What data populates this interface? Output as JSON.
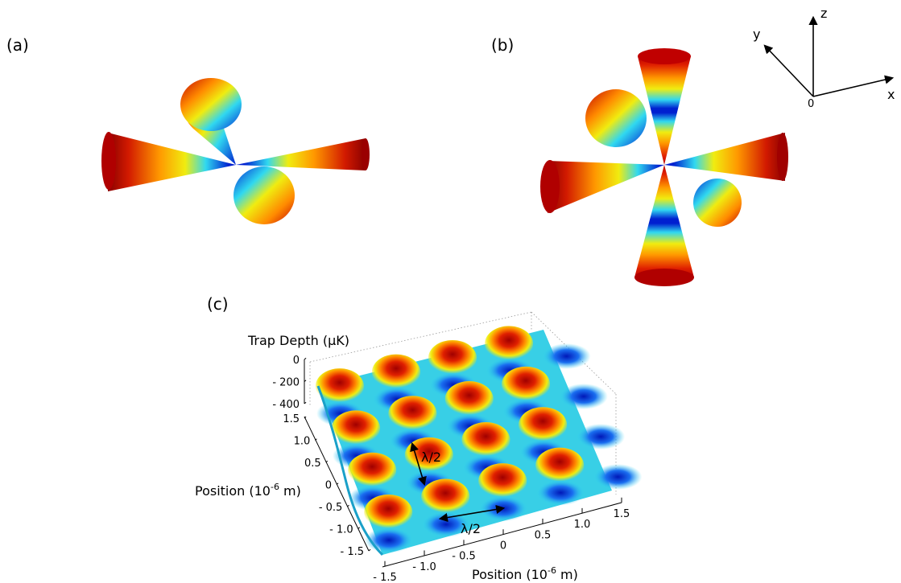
{
  "panels": {
    "a": "(a)",
    "b": "(b)",
    "c": "(c)"
  },
  "axes_3d": {
    "x": "x",
    "y": "y",
    "z": "z",
    "origin": "0"
  },
  "plot_c": {
    "z_label": "Trap Depth (μK)",
    "z_ticks": [
      "0",
      "- 200",
      "- 400"
    ],
    "y_label": "Position (10",
    "y_label_sup": "-6",
    "y_label_end": " m)",
    "y_ticks": [
      "1.5",
      "1.0",
      "0.5",
      "0",
      "- 0.5",
      "- 1.0",
      "- 1.5"
    ],
    "x_label": "Position (10",
    "x_label_sup": "-6",
    "x_label_end": " m)",
    "x_ticks": [
      "- 1.5",
      "- 1.0",
      "- 0.5",
      "0",
      "0.5",
      "1.0",
      "1.5"
    ],
    "lambda_label_1": "λ/2",
    "lambda_label_2": "λ/2"
  },
  "colors": {
    "red": "#c80000",
    "yellow": "#f6e600",
    "cyan": "#22d4ee",
    "blue": "#0017c8"
  }
}
